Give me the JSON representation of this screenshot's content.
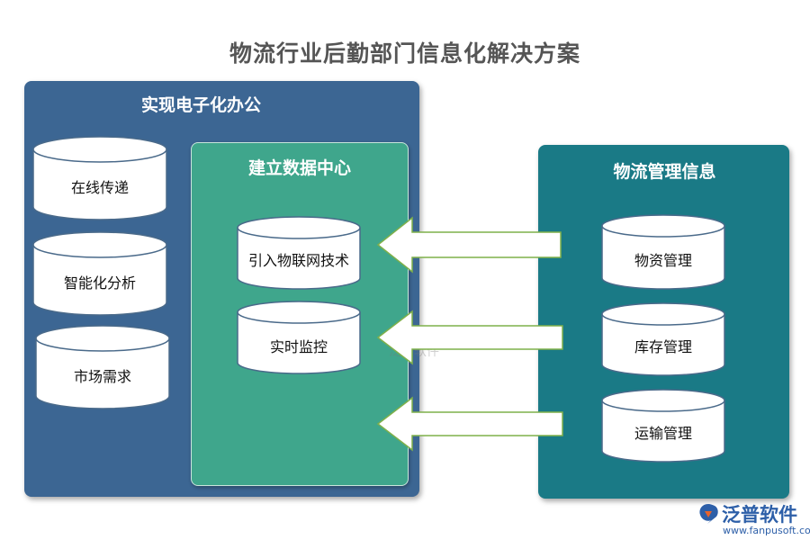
{
  "title": "物流行业后勤部门信息化解决方案",
  "colors": {
    "left_panel": "#3c6693",
    "middle_panel": "#3fa68c",
    "right_panel": "#1a7a86",
    "cylinder_fill": "#ffffff",
    "cylinder_stroke": "#4a6a8a"
  },
  "left_panel": {
    "title": "实现电子化办公",
    "items": [
      "在线传递",
      "智能化分析",
      "市场需求"
    ]
  },
  "middle_panel": {
    "title": "建立数据中心",
    "items": [
      "引入物联网技术",
      "实时监控"
    ]
  },
  "right_panel": {
    "title": "物流管理信息",
    "items": [
      "物资管理",
      "库存管理",
      "运输管理"
    ]
  },
  "watermark": "泛普软件",
  "logo": {
    "name": "泛普软件",
    "url": "www.fanpusoft.com",
    "icon": "fanpu-logo-icon"
  }
}
